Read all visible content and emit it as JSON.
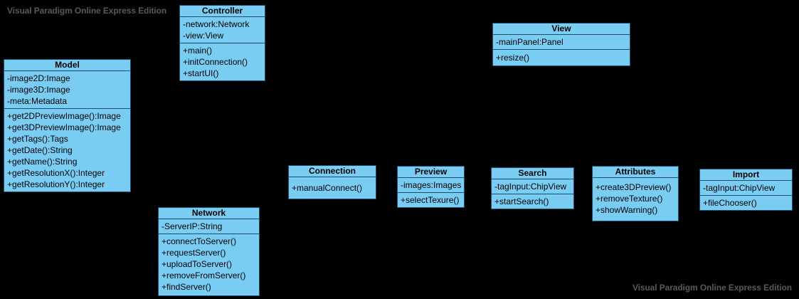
{
  "watermark": {
    "text": "Visual Paradigm Online Express Edition"
  },
  "colors": {
    "background": "#000000",
    "box_fill": "#7acdf2",
    "box_border": "#1e4e6b",
    "text": "#000000",
    "watermark_text": "#595959"
  },
  "diagram": {
    "type": "uml-class-diagram"
  },
  "classes": [
    {
      "id": "model",
      "name": "Model",
      "attributes": [
        "-image2D:Image",
        "-image3D:Image",
        "-meta:Metadata"
      ],
      "methods": [
        "+get2DPreviewImage():Image",
        "+get3DPreviewImage():Image",
        "+getTags():Tags",
        "+getDate():String",
        "+getName():String",
        "+getResolutionX():Integer",
        "+getResolutionY():Integer"
      ]
    },
    {
      "id": "controller",
      "name": "Controller",
      "attributes": [
        "-network:Network",
        "-view:View"
      ],
      "methods": [
        "+main()",
        "+initConnection()",
        "+startUI()"
      ]
    },
    {
      "id": "view",
      "name": "View",
      "attributes": [
        "-mainPanel:Panel"
      ],
      "methods": [
        "+resize()"
      ]
    },
    {
      "id": "connection",
      "name": "Connection",
      "attributes": [],
      "methods": [
        "+manualConnect()"
      ]
    },
    {
      "id": "preview",
      "name": "Preview",
      "attributes": [
        "-images:Images"
      ],
      "methods": [
        "+selectTexure()"
      ]
    },
    {
      "id": "search",
      "name": "Search",
      "attributes": [
        "-tagInput:ChipView"
      ],
      "methods": [
        "+startSearch()"
      ]
    },
    {
      "id": "attributes",
      "name": "Attributes",
      "attributes": [],
      "methods": [
        "+create3DPreview()",
        "+removeTexture()",
        "+showWarning()"
      ]
    },
    {
      "id": "import",
      "name": "Import",
      "attributes": [
        "-tagInput:ChipView"
      ],
      "methods": [
        "+fileChooser()"
      ]
    },
    {
      "id": "network",
      "name": "Network",
      "attributes": [
        "-ServerIP:String"
      ],
      "methods": [
        "+connectToServer()",
        "+requestServer()",
        "+uploadToServer()",
        "+removeFromServer()",
        "+findServer()"
      ]
    }
  ]
}
